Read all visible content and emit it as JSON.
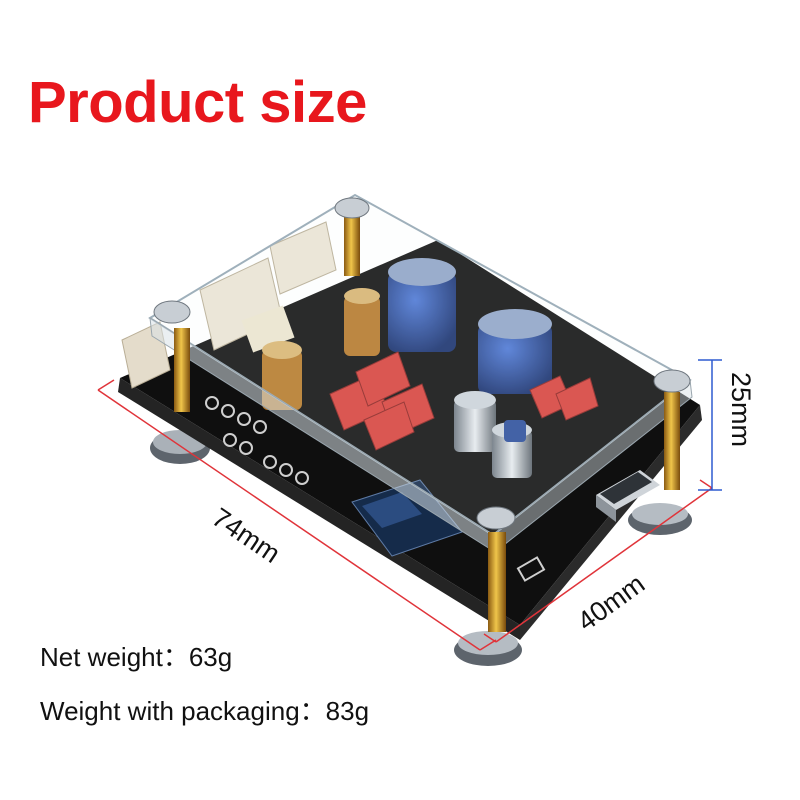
{
  "title": "Product size",
  "dimensions": {
    "length": "74mm",
    "width": "40mm",
    "height": "25mm"
  },
  "specs": {
    "net_weight_label": "Net weight：",
    "net_weight_value": "63g",
    "packaging_weight_label": "Weight with packaging：",
    "packaging_weight_value": "83g"
  },
  "colors": {
    "title": "#e8171d",
    "length_line": "#e0343a",
    "width_line": "#e0343a",
    "height_line": "#2f5bd0",
    "pcb": "#121212",
    "standoff": "#d19a2a",
    "capacitor_blue": "#24458f",
    "film_cap_red": "#d8413c"
  }
}
